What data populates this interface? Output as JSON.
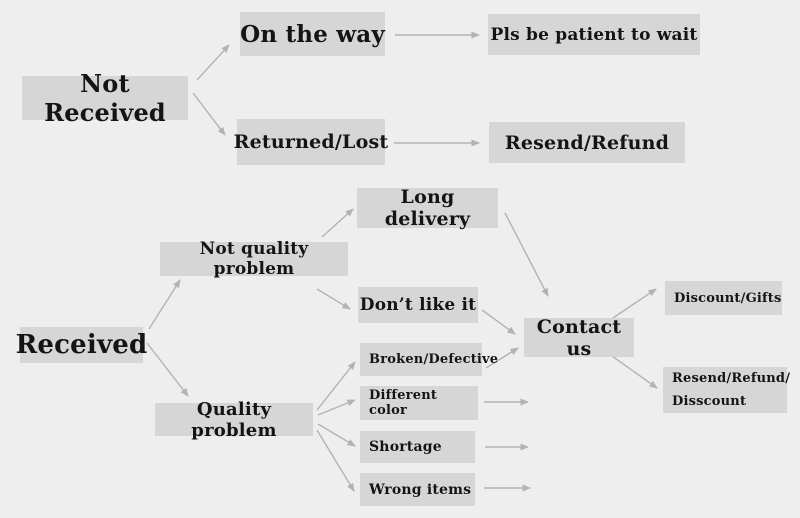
{
  "diagram": {
    "type": "flowchart",
    "nodes": [
      {
        "id": "not-received",
        "label": "Not Received"
      },
      {
        "id": "on-the-way",
        "label": "On the way"
      },
      {
        "id": "pls-be-patient-to-wait",
        "label": "Pls be patient to wait"
      },
      {
        "id": "returned-lost",
        "label": "Returned/Lost"
      },
      {
        "id": "resend-refund",
        "label": "Resend/Refund"
      },
      {
        "id": "received",
        "label": "Received"
      },
      {
        "id": "not-quality-problem",
        "label": "Not quality problem"
      },
      {
        "id": "long-delivery",
        "label": "Long delivery"
      },
      {
        "id": "dont-like-it",
        "label": "Don’t like it"
      },
      {
        "id": "quality-problem",
        "label": "Quality problem"
      },
      {
        "id": "broken-defective",
        "label": "Broken/Defective"
      },
      {
        "id": "different-color",
        "label": "Different color"
      },
      {
        "id": "shortage",
        "label": "Shortage"
      },
      {
        "id": "wrong-items",
        "label": "Wrong items"
      },
      {
        "id": "contact-us",
        "label": "Contact us"
      },
      {
        "id": "discount-gifts",
        "label": "Discount/Gifts"
      },
      {
        "id": "resend-refund-disscount",
        "label": "Resend/Refund/\nDisscount"
      }
    ],
    "edges": [
      {
        "from": "not-received",
        "to": "on-the-way"
      },
      {
        "from": "not-received",
        "to": "returned-lost"
      },
      {
        "from": "on-the-way",
        "to": "pls-be-patient-to-wait"
      },
      {
        "from": "returned-lost",
        "to": "resend-refund"
      },
      {
        "from": "received",
        "to": "not-quality-problem"
      },
      {
        "from": "received",
        "to": "quality-problem"
      },
      {
        "from": "not-quality-problem",
        "to": "long-delivery"
      },
      {
        "from": "not-quality-problem",
        "to": "dont-like-it"
      },
      {
        "from": "long-delivery",
        "to": "contact-us"
      },
      {
        "from": "dont-like-it",
        "to": "contact-us"
      },
      {
        "from": "broken-defective",
        "to": "contact-us"
      },
      {
        "from": "quality-problem",
        "to": "broken-defective"
      },
      {
        "from": "quality-problem",
        "to": "different-color"
      },
      {
        "from": "quality-problem",
        "to": "shortage"
      },
      {
        "from": "quality-problem",
        "to": "wrong-items"
      },
      {
        "from": "different-color",
        "to": "contact-us"
      },
      {
        "from": "shortage",
        "to": "contact-us"
      },
      {
        "from": "wrong-items",
        "to": "contact-us"
      },
      {
        "from": "contact-us",
        "to": "discount-gifts"
      },
      {
        "from": "contact-us",
        "to": "resend-refund-disscount"
      }
    ],
    "colors": {
      "background": "#eeeeee",
      "node_fill": "#d6d6d6",
      "text": "#141414",
      "arrow": "#b3b3b3"
    }
  }
}
